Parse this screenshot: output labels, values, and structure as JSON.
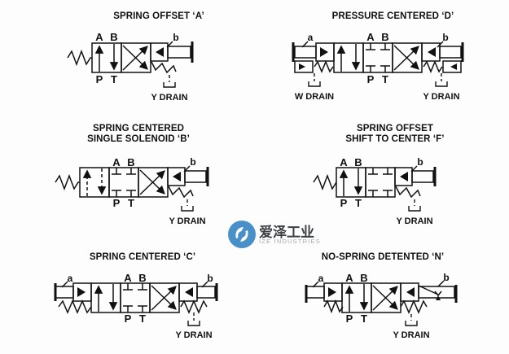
{
  "sheet": {
    "background": "#fdfdfd",
    "line_color": "#111111"
  },
  "valves": {
    "a": {
      "title": "SPRING OFFSET ‘A’",
      "ports": {
        "a": "A",
        "b": "B",
        "p": "P",
        "t": "T"
      },
      "solenoid_b": "b",
      "drain_y": "Y DRAIN"
    },
    "d": {
      "title": "PRESSURE CENTERED ‘D’",
      "ports": {
        "a": "A",
        "b": "B",
        "p": "P",
        "t": "T"
      },
      "solenoid_a": "a",
      "solenoid_b": "b",
      "drain_w": "W DRAIN",
      "drain_y": "Y DRAIN"
    },
    "b": {
      "title_line1": "SPRING CENTERED",
      "title_line2": "SINGLE SOLENOID ‘B’",
      "ports": {
        "a": "A",
        "b": "B",
        "p": "P",
        "t": "T"
      },
      "solenoid_b": "b",
      "drain_y": "Y DRAIN"
    },
    "f": {
      "title_line1": "SPRING OFFSET",
      "title_line2": "SHIFT TO CENTER ‘F’",
      "ports": {
        "a": "A",
        "b": "B",
        "p": "P",
        "t": "T"
      },
      "solenoid_b": "b",
      "drain_y": "Y DRAIN"
    },
    "c": {
      "title": "SPRING CENTERED ‘C’",
      "ports": {
        "a": "A",
        "b": "B",
        "p": "P",
        "t": "T"
      },
      "solenoid_a": "a",
      "solenoid_b": "b",
      "drain_y": "Y DRAIN"
    },
    "n": {
      "title": "NO-SPRING DETENTED ‘N’",
      "ports": {
        "a": "A",
        "b": "B",
        "p": "P",
        "t": "T"
      },
      "solenoid_a": "a",
      "solenoid_b": "b",
      "drain_y": "Y DRAIN"
    }
  },
  "watermark": {
    "company_cn": "爱泽工业",
    "company_en": "IZE INDUSTRIES",
    "logo_color": "#4a90c8"
  }
}
